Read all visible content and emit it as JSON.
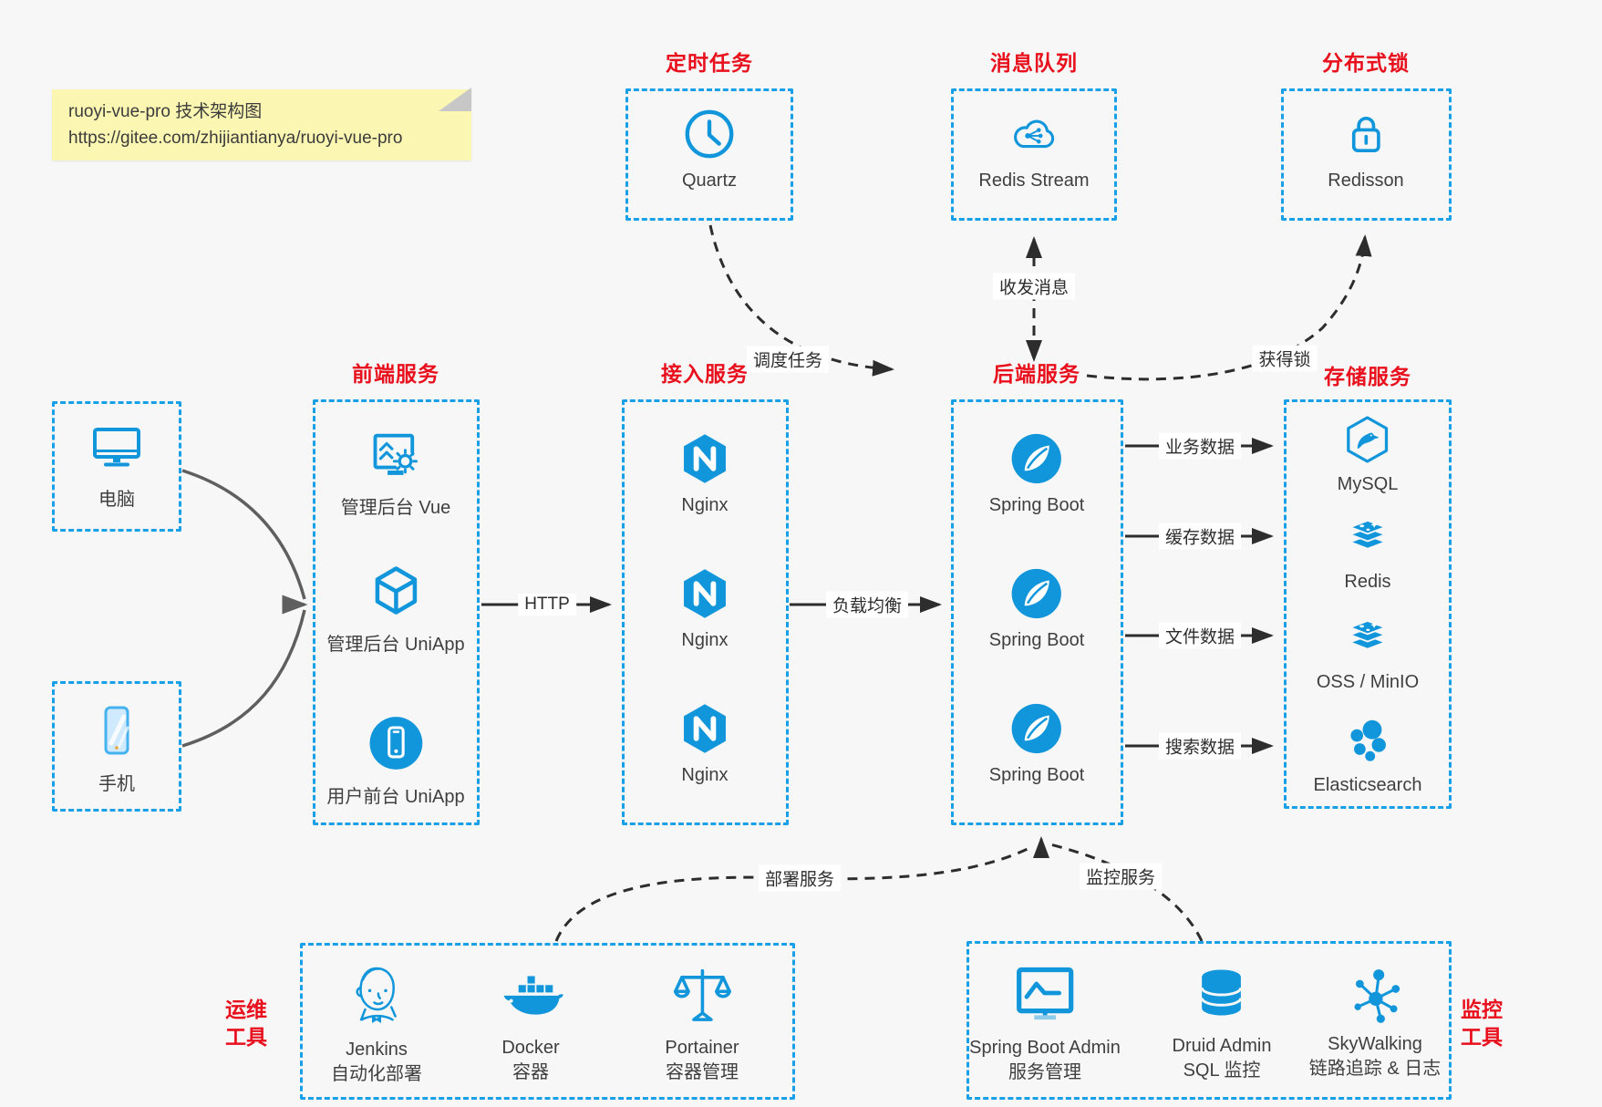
{
  "note": {
    "line1": "ruoyi-vue-pro 技术架构图",
    "line2": "https://gitee.com/zhijiantianya/ruoyi-vue-pro"
  },
  "colors": {
    "accent_blue": "#1296db",
    "dashed_border_blue": "#17a0e8",
    "title_red": "#e8101c",
    "arrow_dark": "#2d2d2d",
    "note_yellow": "#fbf6b2",
    "background": "#f7f7f8"
  },
  "groups": {
    "scheduler": {
      "title": "定时任务",
      "item": {
        "label": "Quartz",
        "icon": "clock-icon"
      }
    },
    "mq": {
      "title": "消息队列",
      "item": {
        "label": "Redis Stream",
        "icon": "cloud-mq-icon"
      }
    },
    "dlock": {
      "title": "分布式锁",
      "item": {
        "label": "Redisson",
        "icon": "lock-icon"
      }
    },
    "clients": {
      "computer": {
        "label": "电脑",
        "icon": "desktop-icon"
      },
      "phone": {
        "label": "手机",
        "icon": "smartphone-icon"
      }
    },
    "frontend": {
      "title": "前端服务",
      "items": [
        {
          "label": "管理后台 Vue",
          "icon": "admin-vue-icon"
        },
        {
          "label": "管理后台 UniApp",
          "icon": "uniapp-cube-icon"
        },
        {
          "label": "用户前台 UniApp",
          "icon": "user-app-icon"
        }
      ]
    },
    "access": {
      "title": "接入服务",
      "items": [
        {
          "label": "Nginx"
        },
        {
          "label": "Nginx"
        },
        {
          "label": "Nginx"
        }
      ]
    },
    "backend": {
      "title": "后端服务",
      "items": [
        {
          "label": "Spring Boot"
        },
        {
          "label": "Spring Boot"
        },
        {
          "label": "Spring Boot"
        }
      ]
    },
    "storage": {
      "title": "存储服务",
      "items": [
        {
          "label": "MySQL",
          "icon": "mysql-icon"
        },
        {
          "label": "Redis",
          "icon": "redis-icon"
        },
        {
          "label": "OSS / MinIO",
          "icon": "oss-icon"
        },
        {
          "label": "Elasticsearch",
          "icon": "elasticsearch-icon"
        }
      ]
    },
    "ops": {
      "side": [
        "运维",
        "工具"
      ],
      "items": [
        {
          "name": "Jenkins",
          "desc": "自动化部署",
          "icon": "jenkins-icon"
        },
        {
          "name": "Docker",
          "desc": "容器",
          "icon": "docker-icon"
        },
        {
          "name": "Portainer",
          "desc": "容器管理",
          "icon": "portainer-icon"
        }
      ]
    },
    "monitor": {
      "side": [
        "监控",
        "工具"
      ],
      "items": [
        {
          "name": "Spring Boot Admin",
          "desc": "服务管理",
          "icon": "spring-boot-admin-icon"
        },
        {
          "name": "Druid Admin",
          "desc": "SQL 监控",
          "icon": "druid-icon"
        },
        {
          "name": "SkyWalking",
          "desc": "链路追踪 & 日志",
          "icon": "skywalking-icon"
        }
      ]
    }
  },
  "edges": {
    "http": "HTTP",
    "load_balance": "负载均衡",
    "biz_data": "业务数据",
    "cache_data": "缓存数据",
    "file_data": "文件数据",
    "search_data": "搜索数据",
    "schedule": "调度任务",
    "message": "收发消息",
    "get_lock": "获得锁",
    "deploy": "部署服务",
    "monitoring": "监控服务"
  }
}
